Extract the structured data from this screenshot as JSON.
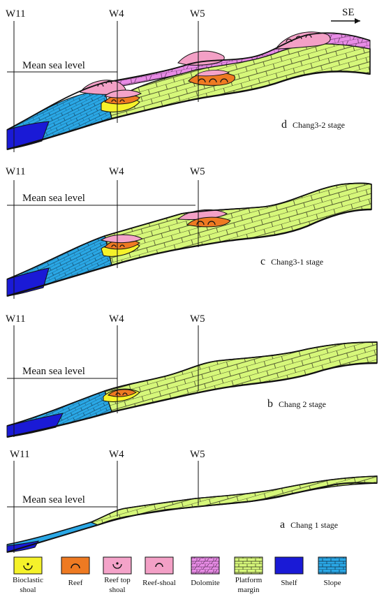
{
  "direction_label": "SE",
  "mean_sea_level_label": "Mean sea level",
  "wells": [
    "W11",
    "W4",
    "W5"
  ],
  "stages": [
    {
      "letter": "d",
      "name": "Chang3-2 stage"
    },
    {
      "letter": "c",
      "name": "Chang3-1 stage"
    },
    {
      "letter": "b",
      "name": "Chang 2 stage"
    },
    {
      "letter": "a",
      "name": "Chang 1 stage"
    }
  ],
  "legend": [
    {
      "id": "bioclastic-shoal",
      "lines": [
        "Bioclastic",
        "shoal"
      ],
      "color": "#f5f22a",
      "symbol": "dot-arc"
    },
    {
      "id": "reef",
      "lines": [
        "Reef"
      ],
      "color": "#ee7a22",
      "symbol": "arc"
    },
    {
      "id": "reef-top-shoal",
      "lines": [
        "Reef top",
        "shoal"
      ],
      "color": "#f4a3c9",
      "symbol": "dot-arc"
    },
    {
      "id": "reef-shoal",
      "lines": [
        "Reef-shoal"
      ],
      "color": "#f3a0c6",
      "symbol": "arc"
    },
    {
      "id": "dolomite",
      "lines": [
        "Dolomite"
      ],
      "color": "#e88ce6",
      "symbol": "dolomite-bricks"
    },
    {
      "id": "platform-margin",
      "lines": [
        "Platform",
        "margin"
      ],
      "color": "#d6f77a",
      "symbol": "bricks"
    },
    {
      "id": "shelf",
      "lines": [
        "Shelf"
      ],
      "color": "#1a1ad6",
      "symbol": "none"
    },
    {
      "id": "slope",
      "lines": [
        "Slope"
      ],
      "color": "#2aa8e6",
      "symbol": "bricks"
    }
  ],
  "colors": {
    "shelf": "#1a1ad6",
    "slope": "#2aa8e6",
    "platform": "#d6f77a",
    "dolomite": "#e88ce6",
    "reef": "#ee7a22",
    "reef_shoal": "#f3a0c6",
    "bioclastic": "#f5f22a"
  }
}
